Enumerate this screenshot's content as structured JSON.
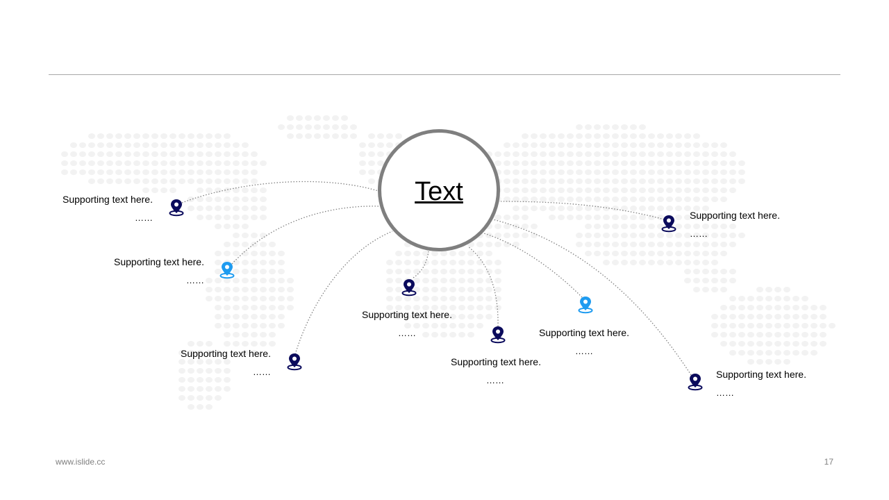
{
  "hub": {
    "label": "Text"
  },
  "nodes": [
    {
      "text": "Supporting text here.",
      "dots": "……",
      "pin": "navy"
    },
    {
      "text": "Supporting text here.",
      "dots": "……",
      "pin": "blue"
    },
    {
      "text": "Supporting text here.",
      "dots": "……",
      "pin": "navy"
    },
    {
      "text": "Supporting text here.",
      "dots": "……",
      "pin": "navy"
    },
    {
      "text": "Supporting text here.",
      "dots": "……",
      "pin": "navy"
    },
    {
      "text": "Supporting text here.",
      "dots": "……",
      "pin": "blue"
    },
    {
      "text": "Supporting text here.",
      "dots": "……",
      "pin": "navy"
    },
    {
      "text": "Supporting text here.",
      "dots": "……",
      "pin": "navy"
    }
  ],
  "footer": {
    "url": "www.islide.cc",
    "page": "17"
  },
  "colors": {
    "navy": "#0b0b5c",
    "blue": "#1e9bf0",
    "hub_ring": "#7f7f7f",
    "connector": "#808080",
    "map_dots": "#f2f2f2"
  },
  "icons": {
    "pin": "map-pin-icon"
  }
}
